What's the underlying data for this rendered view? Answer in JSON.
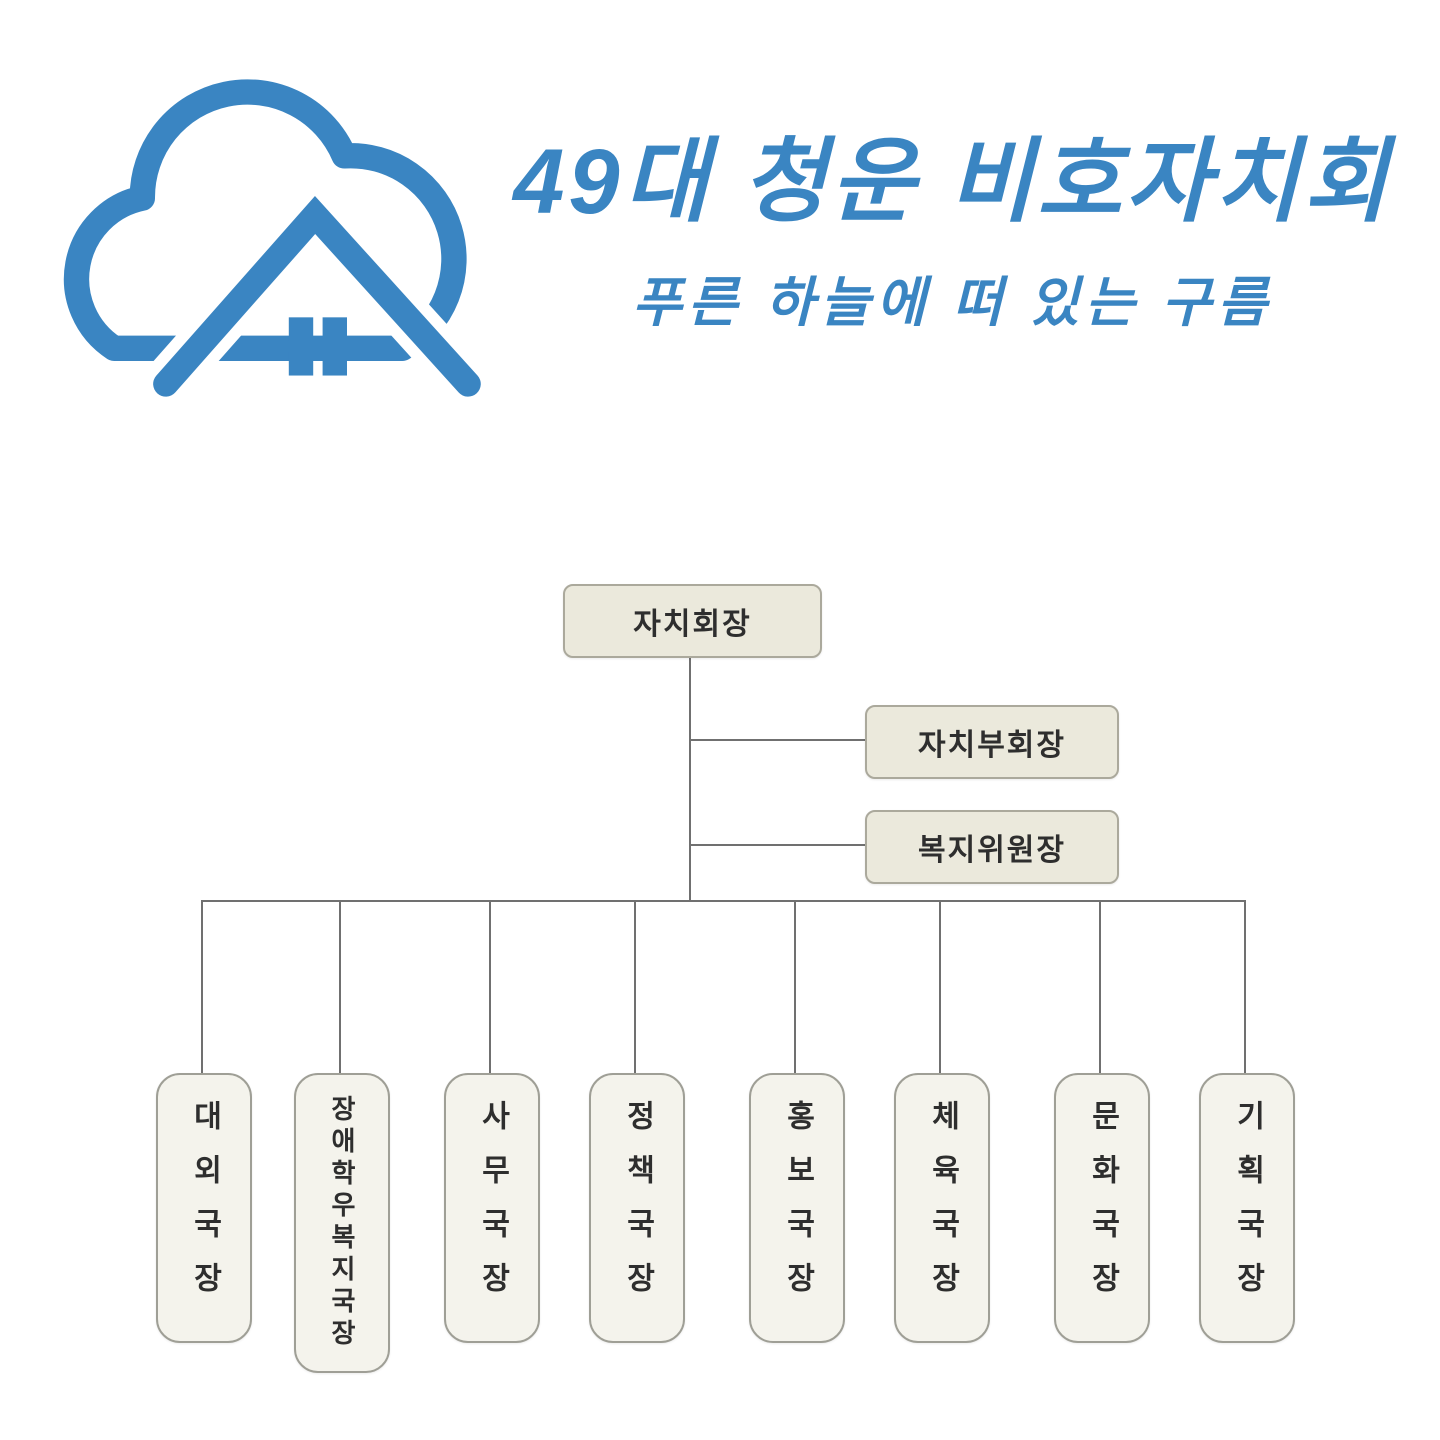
{
  "page": {
    "background": "#ffffff"
  },
  "logo": {
    "icon": "cloud-house-logo",
    "color": "#3a85c2"
  },
  "header": {
    "title": "49대 청운 비호자치회",
    "subtitle": "푸른 하늘에 떠 있는 구름",
    "color": "#3a85c2"
  },
  "org_chart": {
    "line_color": "#707070",
    "box_bg_top": "#ebe9dc",
    "box_bg_bottom": "#f4f3ec",
    "president": {
      "label": "자치회장"
    },
    "officers": [
      {
        "label": "자치부회장"
      },
      {
        "label": "복지위원장"
      }
    ],
    "departments": [
      {
        "label": "대외국장"
      },
      {
        "label": "장애학우복지국장"
      },
      {
        "label": "사무국장"
      },
      {
        "label": "정책국장"
      },
      {
        "label": "홍보국장"
      },
      {
        "label": "체육국장"
      },
      {
        "label": "문화국장"
      },
      {
        "label": "기획국장"
      }
    ]
  }
}
